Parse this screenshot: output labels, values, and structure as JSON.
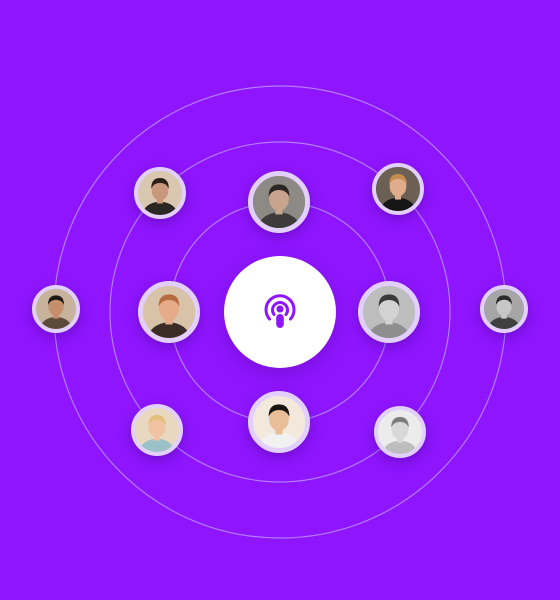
{
  "theme": {
    "background": "#8f15fe",
    "ring_color": "#b37bff",
    "avatar_border": "#e3cffe",
    "center_fill": "#ffffff",
    "icon_color": "#8f15fe"
  },
  "center_icon": "podcast-icon",
  "avatars": [
    {
      "name": "avatar-host-top-left",
      "skin": "#c9987a",
      "hair": "#2b2019",
      "shirt": "#2a2622",
      "bg": "#d9c7b0"
    },
    {
      "name": "avatar-host-top-center",
      "skin": "#c6a48d",
      "hair": "#2e2622",
      "shirt": "#3c3a3a",
      "bg": "#8d8984"
    },
    {
      "name": "avatar-host-top-right",
      "skin": "#e0ad8c",
      "hair": "#c78d4f",
      "shirt": "#161616",
      "bg": "#6c6055"
    },
    {
      "name": "avatar-host-left-outer",
      "skin": "#c58f6c",
      "hair": "#1f1a16",
      "shirt": "#5c4a3a",
      "bg": "#c7b29b"
    },
    {
      "name": "avatar-host-left-inner",
      "skin": "#e6ab88",
      "hair": "#b66b3f",
      "shirt": "#3b2c26",
      "bg": "#d8c2a8"
    },
    {
      "name": "avatar-host-right-inner",
      "skin": "#d2d2d2",
      "hair": "#3a3a3a",
      "shirt": "#8e8e8e",
      "bg": "#bdbdbd"
    },
    {
      "name": "avatar-host-right-outer",
      "skin": "#c7c7c7",
      "hair": "#2c2c2c",
      "shirt": "#404040",
      "bg": "#a6a6a6"
    },
    {
      "name": "avatar-host-bottom-left",
      "skin": "#f0c4a2",
      "hair": "#e2c07c",
      "shirt": "#9ac0c8",
      "bg": "#e8d8c0"
    },
    {
      "name": "avatar-host-bottom-center",
      "skin": "#e8bd98",
      "hair": "#1a1614",
      "shirt": "#f1f1f1",
      "bg": "#f3e8dc"
    },
    {
      "name": "avatar-host-bottom-right",
      "skin": "#d8d8d8",
      "hair": "#7c7c7c",
      "shirt": "#bdbdbd",
      "bg": "#ececec"
    }
  ]
}
